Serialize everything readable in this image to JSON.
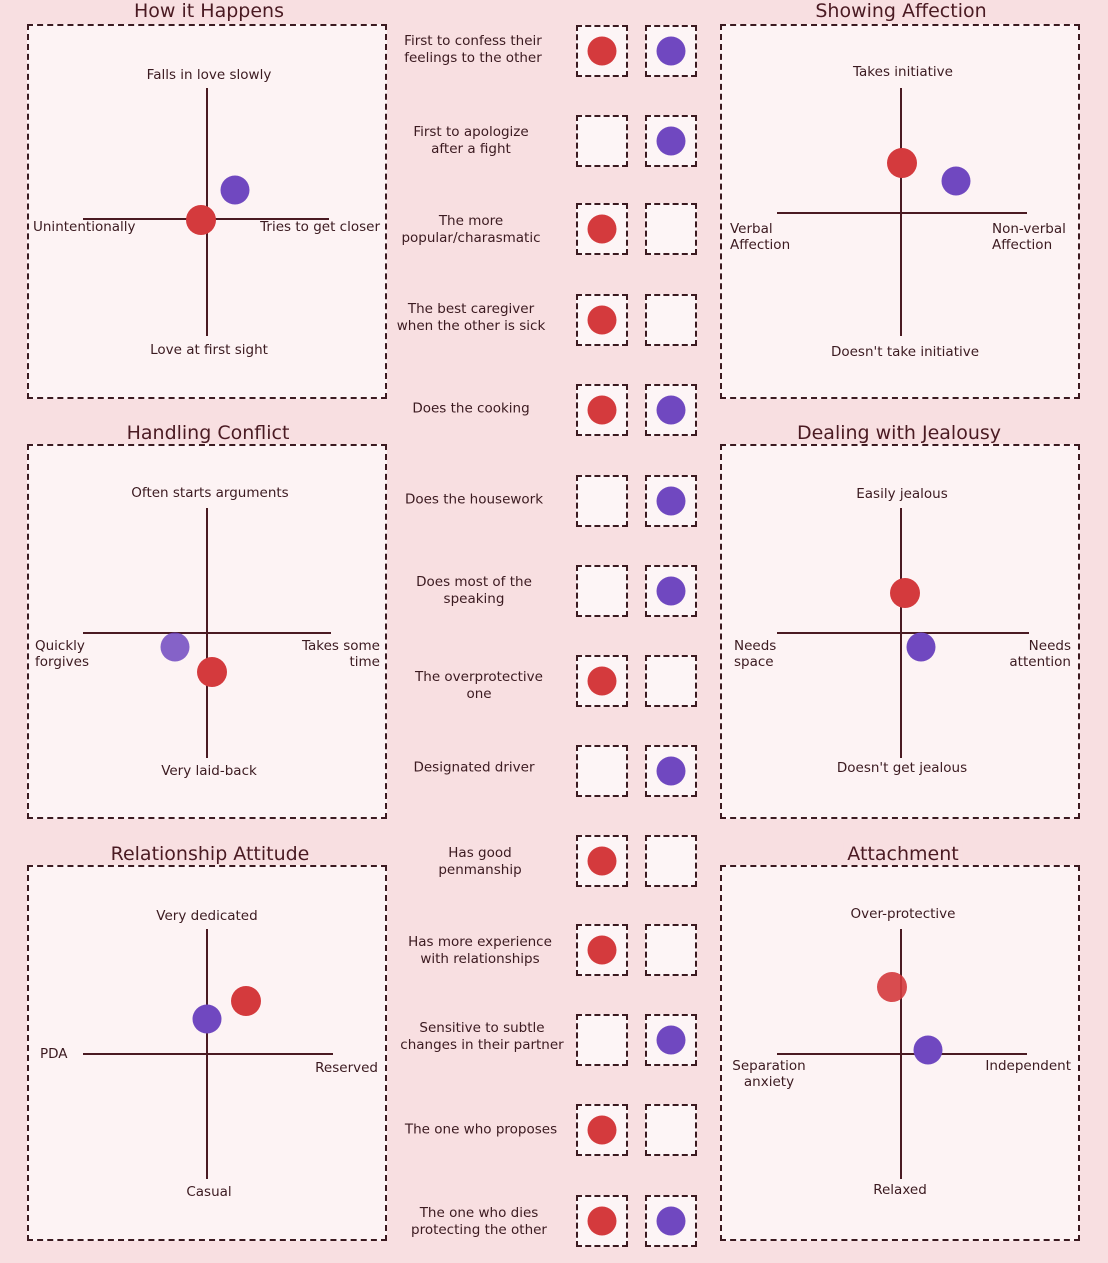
{
  "colors": {
    "red": "#d43a3d",
    "purple": "#7048c0",
    "ink": "#4a1a22",
    "background": "#f8dfe1"
  },
  "panels": {
    "how_it_happens": {
      "title": "How it Happens",
      "top": "Falls in love slowly",
      "bottom": "Love at first sight",
      "left": "Unintentionally",
      "right": "Tries to get closer"
    },
    "showing_affection": {
      "title": "Showing Affection",
      "top": "Takes initiative",
      "bottom": "Doesn't take initiative",
      "left": "Verbal\nAffection",
      "right": "Non-verbal\nAffection"
    },
    "handling_conflict": {
      "title": "Handling Conflict",
      "top": "Often starts arguments",
      "bottom": "Very laid-back",
      "left": "Quickly\nforgives",
      "right": "Takes some\ntime"
    },
    "dealing_with_jealousy": {
      "title": "Dealing with Jealousy",
      "top": "Easily jealous",
      "bottom": "Doesn't get jealous",
      "left": "Needs\nspace",
      "right": "Needs\nattention"
    },
    "relationship_attitude": {
      "title": "Relationship Attitude",
      "top": "Very dedicated",
      "bottom": "Casual",
      "left": "PDA",
      "right": "Reserved"
    },
    "attachment": {
      "title": "Attachment",
      "top": "Over-protective",
      "bottom": "Relaxed",
      "left": "Separation\nanxiety",
      "right": "Independent"
    }
  },
  "questions": [
    {
      "text": "First to confess their\nfeelings to the other",
      "red": true,
      "purple": true
    },
    {
      "text": "First to apologize\nafter a fight",
      "red": false,
      "purple": true
    },
    {
      "text": "The more\npopular/charasmatic",
      "red": true,
      "purple": false
    },
    {
      "text": "The best caregiver\nwhen the other is sick",
      "red": true,
      "purple": false
    },
    {
      "text": "Does the cooking",
      "red": true,
      "purple": true
    },
    {
      "text": "Does the housework",
      "red": false,
      "purple": true
    },
    {
      "text": "Does most of the\nspeaking",
      "red": false,
      "purple": true
    },
    {
      "text": "The overprotective\none",
      "red": true,
      "purple": false
    },
    {
      "text": "Designated driver",
      "red": false,
      "purple": true
    },
    {
      "text": "Has good\npenmanship",
      "red": true,
      "purple": false
    },
    {
      "text": "Has more experience\nwith relationships",
      "red": true,
      "purple": false
    },
    {
      "text": "Sensitive to subtle\nchanges in their partner",
      "red": false,
      "purple": true
    },
    {
      "text": "The one who proposes",
      "red": true,
      "purple": false
    },
    {
      "text": "The one who dies\nprotecting the other",
      "red": true,
      "purple": true
    }
  ]
}
